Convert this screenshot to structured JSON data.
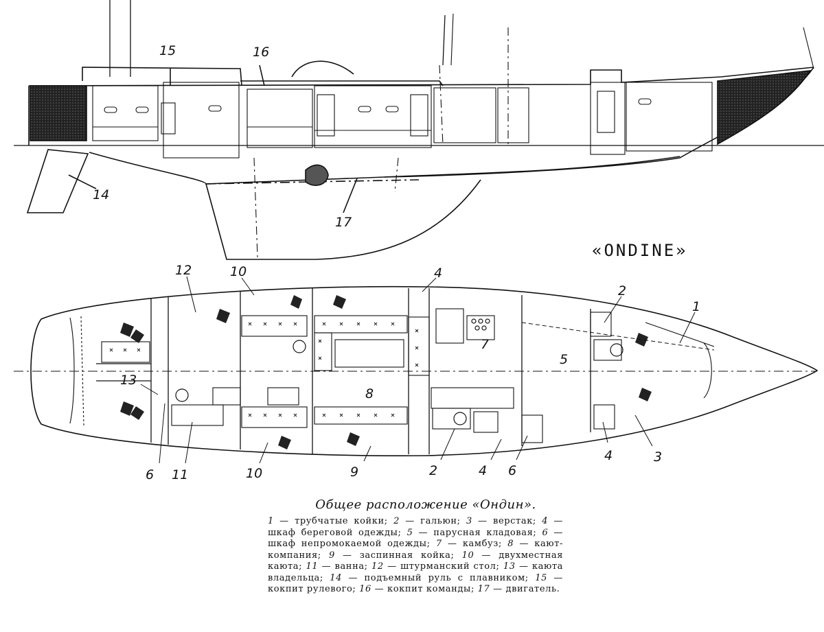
{
  "boat_name": "«ONDINE»",
  "caption": {
    "title": "Общее расположение «Ондин».",
    "legend": [
      {
        "num": "1",
        "text": "трубчатые койки;"
      },
      {
        "num": "2",
        "text": "гальюн;"
      },
      {
        "num": "3",
        "text": "верстак;"
      },
      {
        "num": "4",
        "text": "шкаф береговой одежды;"
      },
      {
        "num": "5",
        "text": "парусная кладовая;"
      },
      {
        "num": "6",
        "text": "шкаф непромокаемой одежды;"
      },
      {
        "num": "7",
        "text": "камбуз;"
      },
      {
        "num": "8",
        "text": "кают-компания;"
      },
      {
        "num": "9",
        "text": "заспинная койка;"
      },
      {
        "num": "10",
        "text": "двухместная каюта;"
      },
      {
        "num": "11",
        "text": "ванна;"
      },
      {
        "num": "12",
        "text": "штурманский стол;"
      },
      {
        "num": "13",
        "text": "каюта владельца;"
      },
      {
        "num": "14",
        "text": "подъемный руль с плавником;"
      },
      {
        "num": "15",
        "text": "кокпит рулевого;"
      },
      {
        "num": "16",
        "text": "кокпит команды;"
      },
      {
        "num": "17",
        "text": "двигатель."
      }
    ]
  },
  "profile_labels": {
    "l14": "14",
    "l15": "15",
    "l16": "16",
    "l17": "17"
  },
  "plan_labels": {
    "l1": "1",
    "l2a": "2",
    "l2b": "2",
    "l3": "3",
    "l4a": "4",
    "l4b": "4",
    "l4c": "4",
    "l5": "5",
    "l6a": "6",
    "l6b": "6",
    "l7": "7",
    "l8": "8",
    "l9": "9",
    "l10a": "10",
    "l10b": "10",
    "l11": "11",
    "l12": "12",
    "l13": "13"
  }
}
